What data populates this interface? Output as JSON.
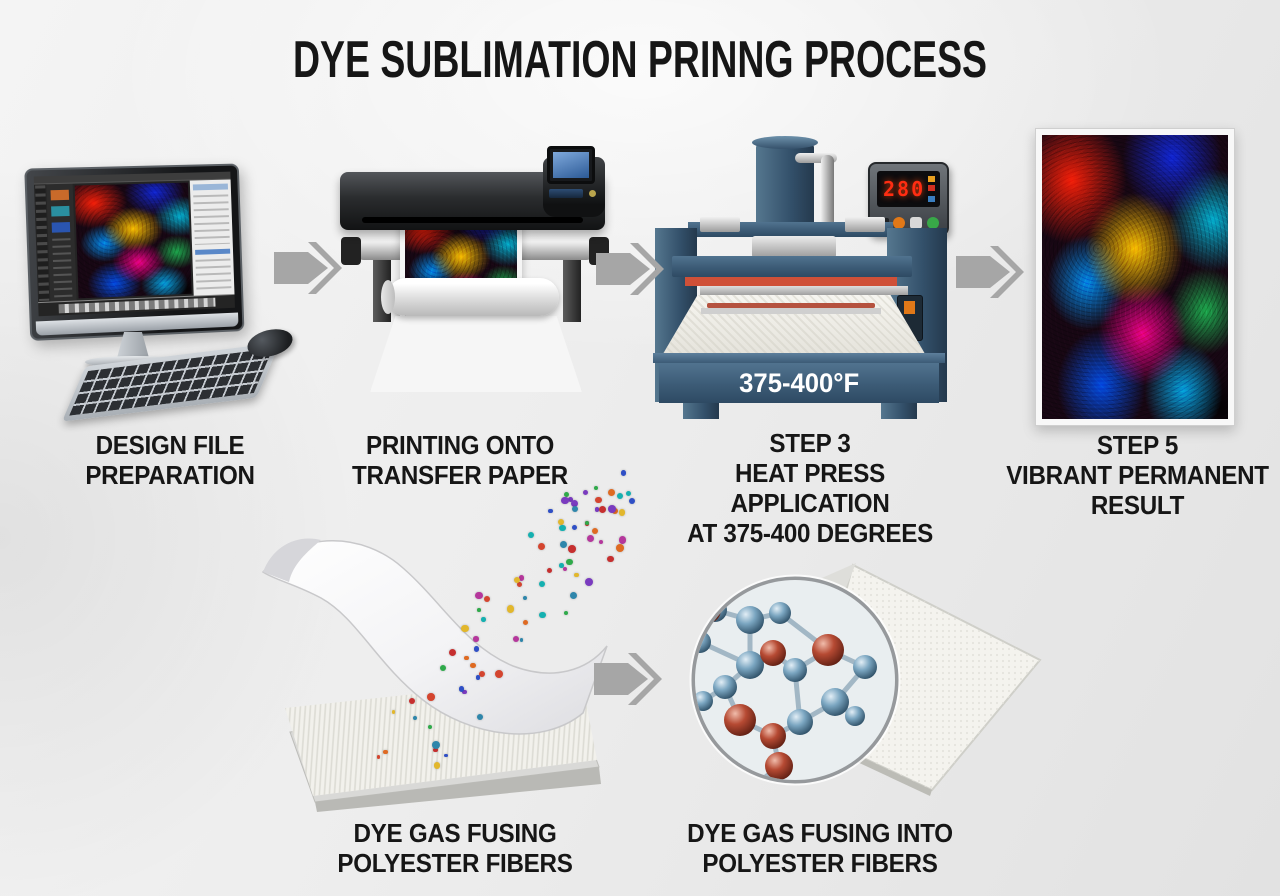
{
  "title": "DYE SUBLIMATION PRINNG PROCESS",
  "steps": {
    "design": {
      "lines": [
        "DESIGN FILE",
        "PREPARATION"
      ]
    },
    "printing": {
      "lines": [
        "PRINTING ONTO",
        "TRANSFER PAPER"
      ]
    },
    "heat_press": {
      "lines": [
        "STEP 3",
        "HEAT PRESS APPLICATION",
        "AT 375-400 DEGREES"
      ]
    },
    "result": {
      "lines": [
        "STEP 5",
        "VIBRANT PERMANENT",
        "RESULT"
      ]
    },
    "fusing": {
      "lines": [
        "DYE GAS FUSING",
        "POLYESTER FIBERS"
      ]
    },
    "fusing_into": {
      "lines": [
        "DYE GAS FUSING INTO",
        "POLYESTER FIBERS"
      ]
    }
  },
  "heat_press": {
    "temperature_range": "375-400°F",
    "controller_reading": "280"
  },
  "colors": {
    "arrow_gray": "#a6a6a6",
    "press_blue": "#3c5b76",
    "platen_red": "#cf5038",
    "led_red": "#ff2d12"
  },
  "particles": {
    "count": 80,
    "colors": [
      "#c62f2f",
      "#2e86ab",
      "#2faa4a",
      "#e2b72c",
      "#b5379c",
      "#2f4fc6",
      "#df6a22",
      "#15b0b0",
      "#7a3bbf",
      "#d4452f"
    ]
  }
}
